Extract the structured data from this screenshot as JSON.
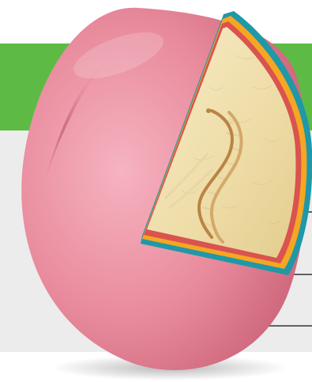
{
  "diagram": {
    "subject": "cell-cutaway",
    "structures": [
      "cell-membrane",
      "cytoplasm",
      "dna-helix"
    ],
    "label_lines": 3,
    "colors": {
      "banner": "#5dbb45",
      "panel": "#ececec",
      "cell": "#e88a9c",
      "cytoplasm": "#f0e2b3",
      "dna": "#c9975a",
      "membrane_outer": "#1f98a8",
      "membrane_mid": "#f5a623",
      "membrane_inner": "#d9534f",
      "leader_line": "#333333"
    }
  }
}
